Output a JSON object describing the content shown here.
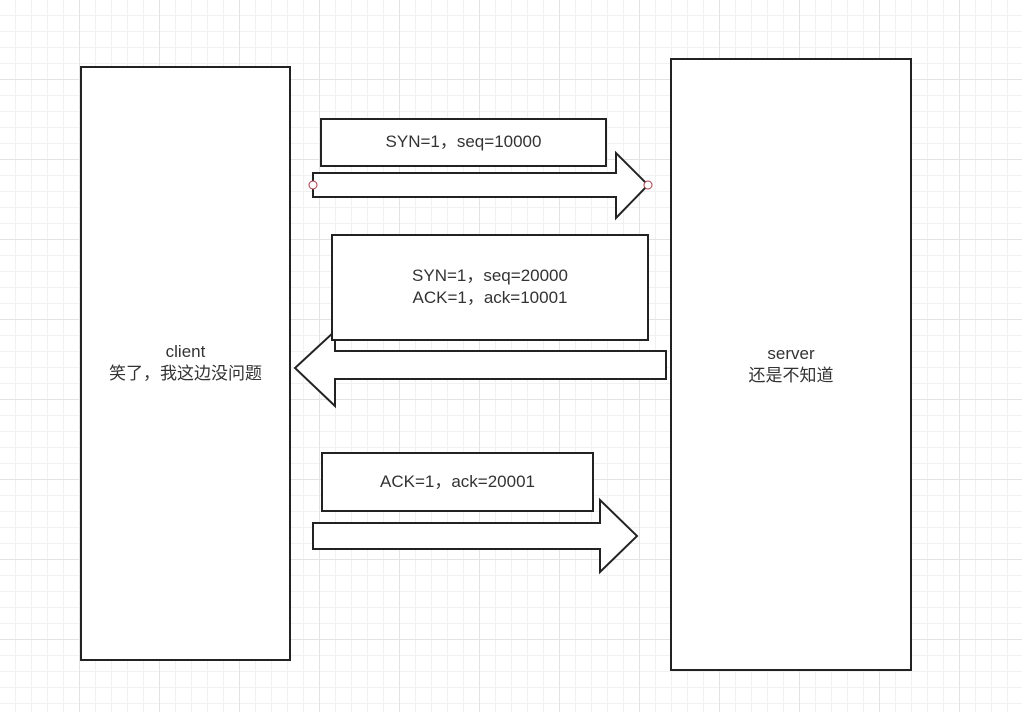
{
  "client": {
    "name": "client",
    "status": "笑了，我这边没问题"
  },
  "server": {
    "name": "server",
    "status": "还是不知道"
  },
  "messages": [
    {
      "lines": [
        "SYN=1，seq=10000"
      ]
    },
    {
      "lines": [
        "SYN=1，seq=20000",
        "ACK=1，ack=10001"
      ]
    },
    {
      "lines": [
        "ACK=1，ack=20001"
      ]
    }
  ],
  "colors": {
    "stroke": "#222222",
    "text": "#333333",
    "handle": "#b23a48"
  }
}
